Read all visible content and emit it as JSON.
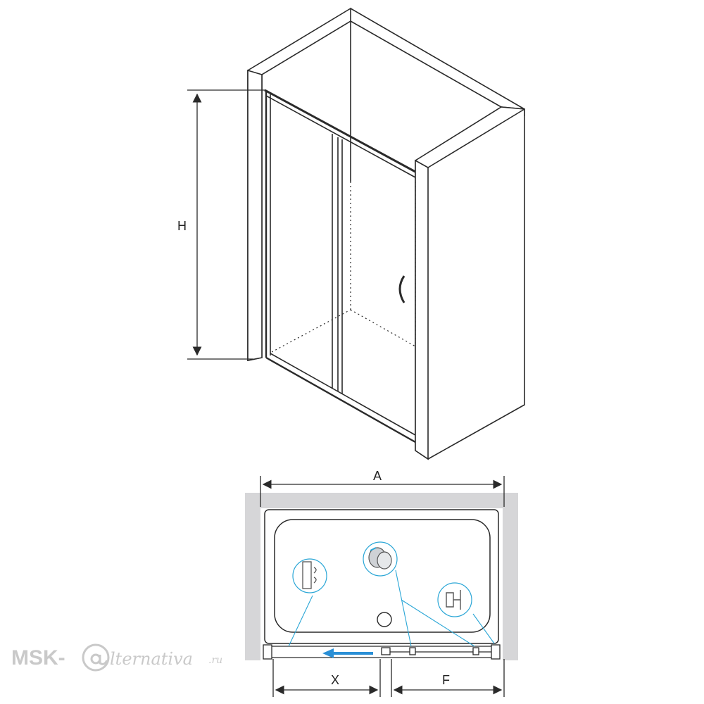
{
  "labels": {
    "height": "H",
    "width": "A",
    "opening": "X",
    "fixed": "F"
  },
  "watermark": {
    "prefix": "MSK-",
    "script": "lternativa",
    "suffix": ".ru"
  },
  "colors": {
    "line": "#2a2a2a",
    "wall_fill": "#d6d6d8",
    "detail_accent": "#2aa6d6",
    "arrow": "#2a8fd6",
    "watermark": "#c9c9c9"
  },
  "icons": [
    "door-profile-icon",
    "roller-icon",
    "seal-profile-icon",
    "drain-icon",
    "slide-direction-arrow-icon"
  ]
}
